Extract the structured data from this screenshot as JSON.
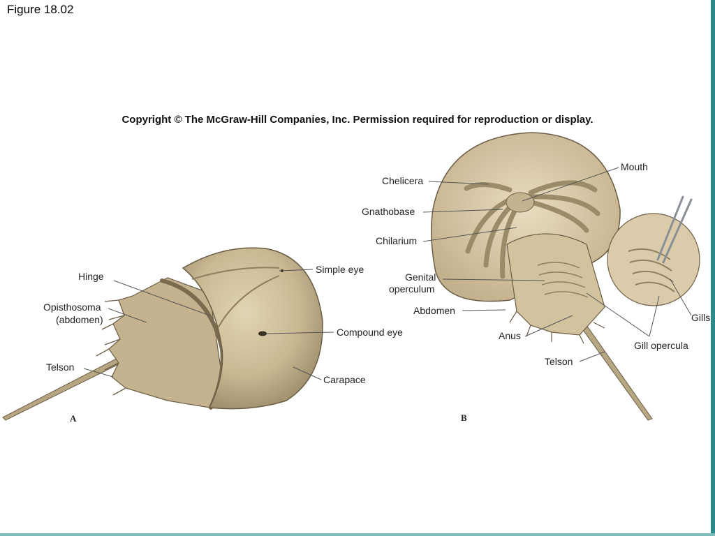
{
  "slide": {
    "figure_title": "Figure 18.02",
    "copyright": "Copyright © The McGraw-Hill Companies, Inc. Permission required for reproduction or display."
  },
  "panel_a": {
    "panel_label": "A",
    "labels": {
      "hinge": "Hinge",
      "opisthosoma_line1": "Opisthosoma",
      "opisthosoma_line2": "(abdomen)",
      "telson": "Telson",
      "simple_eye": "Simple eye",
      "compound_eye": "Compound eye",
      "carapace": "Carapace"
    }
  },
  "panel_b": {
    "panel_label": "B",
    "labels": {
      "chelicera": "Chelicera",
      "gnathobase": "Gnathobase",
      "chilarium": "Chilarium",
      "genital_line1": "Genital",
      "genital_line2": "operculum",
      "abdomen": "Abdomen",
      "anus": "Anus",
      "telson": "Telson",
      "mouth": "Mouth",
      "gills": "Gills",
      "gill_opercula": "Gill opercula"
    }
  },
  "colors": {
    "shell_light": "#d9c9a6",
    "shell_mid": "#bfae8a",
    "shell_dark": "#8f7f60",
    "outline": "#6b5d45",
    "frame_accent": "#2a8a8a"
  }
}
